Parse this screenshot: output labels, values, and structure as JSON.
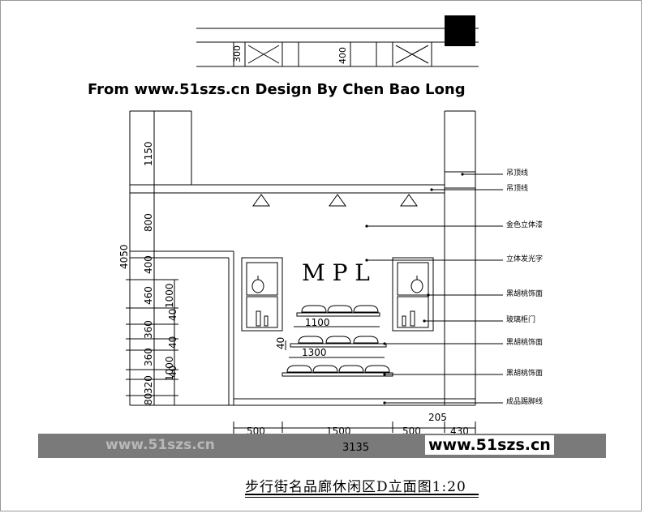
{
  "credit": "From www.51szs.cn   Design By Chen Bao Long",
  "watermark": {
    "left": "www.51szs.cn",
    "right": "www.51szs.cn"
  },
  "caption": "步行街名品廊休闲区D立面图1:20",
  "sign_text": "M P L",
  "top_dims": {
    "a": "300",
    "b": "400"
  },
  "left_dims": {
    "total": "4050",
    "outer": [
      "1150",
      "800",
      "400",
      "460",
      "360",
      "360",
      "320",
      "80"
    ],
    "inner": [
      "1000",
      "1000",
      "40",
      "40",
      "40"
    ]
  },
  "shelf_dims": {
    "upper_gap": "40",
    "upper_width": "1100",
    "lower_width": "1300"
  },
  "bottom_dims": {
    "segments": [
      "500",
      "1500",
      "500",
      "430"
    ],
    "extra": "205",
    "total": "3135"
  },
  "callouts": [
    "吊顶线",
    "吊顶线",
    "金色立体漆",
    "立体发光字",
    "黑胡桃饰面",
    "玻璃柜门",
    "黑胡桃饰面",
    "黑胡桃饰面",
    "成品踢脚线"
  ],
  "colors": {
    "line": "#000000",
    "watermark_bar": "#7a7a7a",
    "watermark_text": "#b8b8b8"
  }
}
